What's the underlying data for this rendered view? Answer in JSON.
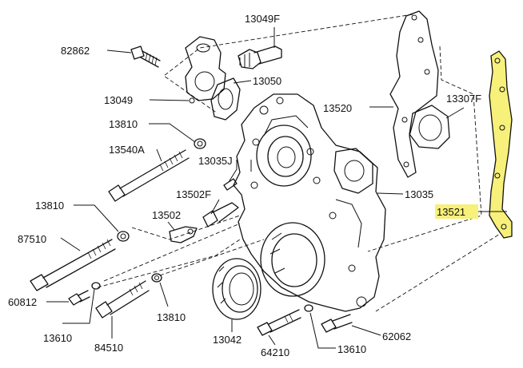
{
  "highlight_color": "#f7f07a",
  "callouts": [
    {
      "id": "p82862",
      "text": "82862"
    },
    {
      "id": "p13049f",
      "text": "13049F"
    },
    {
      "id": "p13050",
      "text": "13050"
    },
    {
      "id": "p13049",
      "text": "13049"
    },
    {
      "id": "p13520",
      "text": "13520"
    },
    {
      "id": "p13307f",
      "text": "13307F"
    },
    {
      "id": "p13810a",
      "text": "13810"
    },
    {
      "id": "p13540a",
      "text": "13540A"
    },
    {
      "id": "p13035j",
      "text": "13035J"
    },
    {
      "id": "p13502f",
      "text": "13502F"
    },
    {
      "id": "p13035",
      "text": "13035"
    },
    {
      "id": "p13810b",
      "text": "13810"
    },
    {
      "id": "p13502",
      "text": "13502"
    },
    {
      "id": "p13521",
      "text": "13521",
      "highlighted": true
    },
    {
      "id": "p87510",
      "text": "87510"
    },
    {
      "id": "p60812",
      "text": "60812"
    },
    {
      "id": "p13810c",
      "text": "13810"
    },
    {
      "id": "p13610a",
      "text": "13610"
    },
    {
      "id": "p84510",
      "text": "84510"
    },
    {
      "id": "p13042",
      "text": "13042"
    },
    {
      "id": "p62062",
      "text": "62062"
    },
    {
      "id": "p64210",
      "text": "64210"
    },
    {
      "id": "p13610b",
      "text": "13610"
    }
  ]
}
